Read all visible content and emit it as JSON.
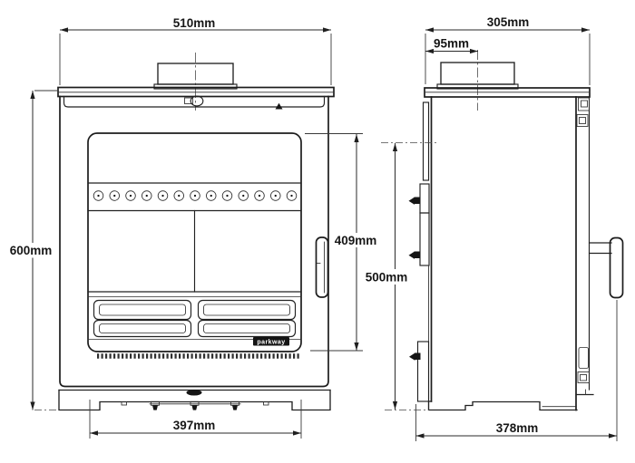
{
  "colors": {
    "line": "#222222",
    "dimension_line": "#2a2a2a",
    "background": "#ffffff",
    "badge_bg": "#141414",
    "badge_text": "#ffffff"
  },
  "front_view": {
    "dim_top_width": "510mm",
    "dim_overall_height": "600mm",
    "dim_door_height": "409mm",
    "dim_base_width": "397mm",
    "badge": "parkway",
    "air_holes_count": 13
  },
  "side_view": {
    "dim_top_depth": "305mm",
    "dim_flue_offset": "95mm",
    "dim_body_height": "500mm",
    "dim_base_depth": "378mm"
  }
}
